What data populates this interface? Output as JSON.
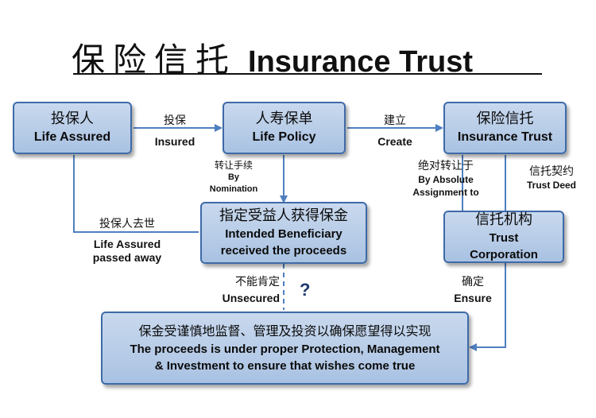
{
  "title": {
    "cn": "保险信托",
    "en": "Insurance Trust"
  },
  "boxes": {
    "life_assured": {
      "cn": "投保人",
      "en": "Life Assured"
    },
    "life_policy": {
      "cn": "人寿保单",
      "en": "Life Policy"
    },
    "insurance_trust": {
      "cn": "保险信托",
      "en": "Insurance Trust"
    },
    "beneficiary": {
      "cn": "指定受益人获得保金",
      "en1": "Intended Beneficiary",
      "en2": "received the proceeds"
    },
    "trust_corporation": {
      "cn": "信托机构",
      "en1": "Trust",
      "en2": "Corporation"
    },
    "proceeds": {
      "cn": "保金受谨慎地监督、管理及投资以确保愿望得以实现",
      "en1": "The proceeds is under proper Protection, Management",
      "en2": "& Investment to ensure that wishes come true"
    }
  },
  "labels": {
    "insured": {
      "cn": "投保",
      "en": "Insured"
    },
    "create": {
      "cn": "建立",
      "en": "Create"
    },
    "nomination": {
      "cn": "转让手续",
      "en1": "By",
      "en2": "Nomination"
    },
    "absolute": {
      "cn": "绝对转让于",
      "en1": "By Absolute",
      "en2": "Assignment to"
    },
    "trust_deed": {
      "cn": "信托契约",
      "en": "Trust Deed"
    },
    "passed_away": {
      "cn": "投保人去世",
      "en1": "Life Assured",
      "en2": "passed away"
    },
    "unsecured": {
      "cn": "不能肯定",
      "en": "Unsecured"
    },
    "ensure": {
      "cn": "确定",
      "en": "Ensure"
    },
    "question": "?"
  }
}
